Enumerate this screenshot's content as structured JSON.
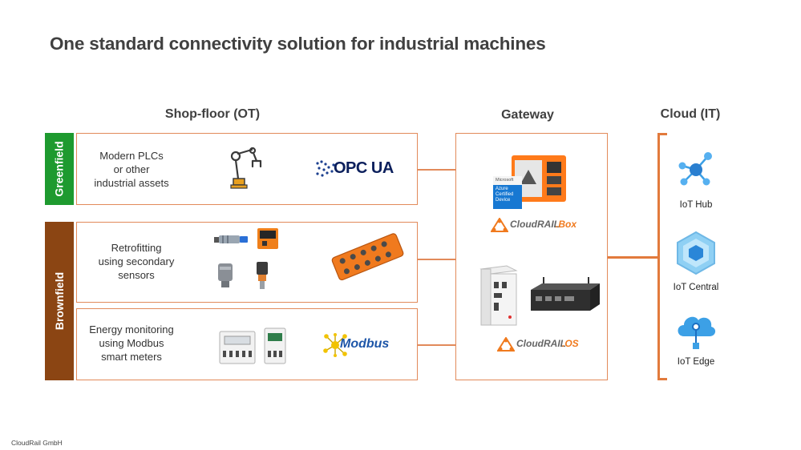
{
  "title": "One standard connectivity solution for industrial machines",
  "columns": {
    "shopfloor": "Shop-floor (OT)",
    "gateway": "Gateway",
    "cloud": "Cloud (IT)"
  },
  "groups": {
    "greenfield": {
      "label": "Greenfield",
      "color": "#1e9a2f"
    },
    "brownfield": {
      "label": "Brownfield",
      "color": "#8b4513"
    }
  },
  "rows": [
    {
      "lines": [
        "Modern PLCs",
        "or other",
        "industrial assets"
      ],
      "protocol": "OPC UA"
    },
    {
      "lines": [
        "Retrofitting",
        "using secondary",
        "sensors"
      ]
    },
    {
      "lines": [
        "Energy monitoring",
        "using Modbus",
        "smart meters"
      ],
      "protocol": "Modbus"
    }
  ],
  "gateway": {
    "badge": [
      "Microsoft",
      "Azure",
      "Certified",
      "Device"
    ],
    "box_logo_prefix": "CloudRAIL",
    "box_logo_suffix": ".Box",
    "os_logo_prefix": "CloudRAIL",
    "os_logo_suffix": ".OS"
  },
  "cloud": [
    {
      "label": "IoT Hub",
      "icon": "iot-hub-icon"
    },
    {
      "label": "IoT Central",
      "icon": "iot-central-icon"
    },
    {
      "label": "IoT Edge",
      "icon": "iot-edge-icon"
    }
  ],
  "footer": "CloudRail GmbH",
  "colors": {
    "accent": "#e28a5a",
    "azure": "#3ca0e6",
    "orange": "#f07a1e"
  }
}
